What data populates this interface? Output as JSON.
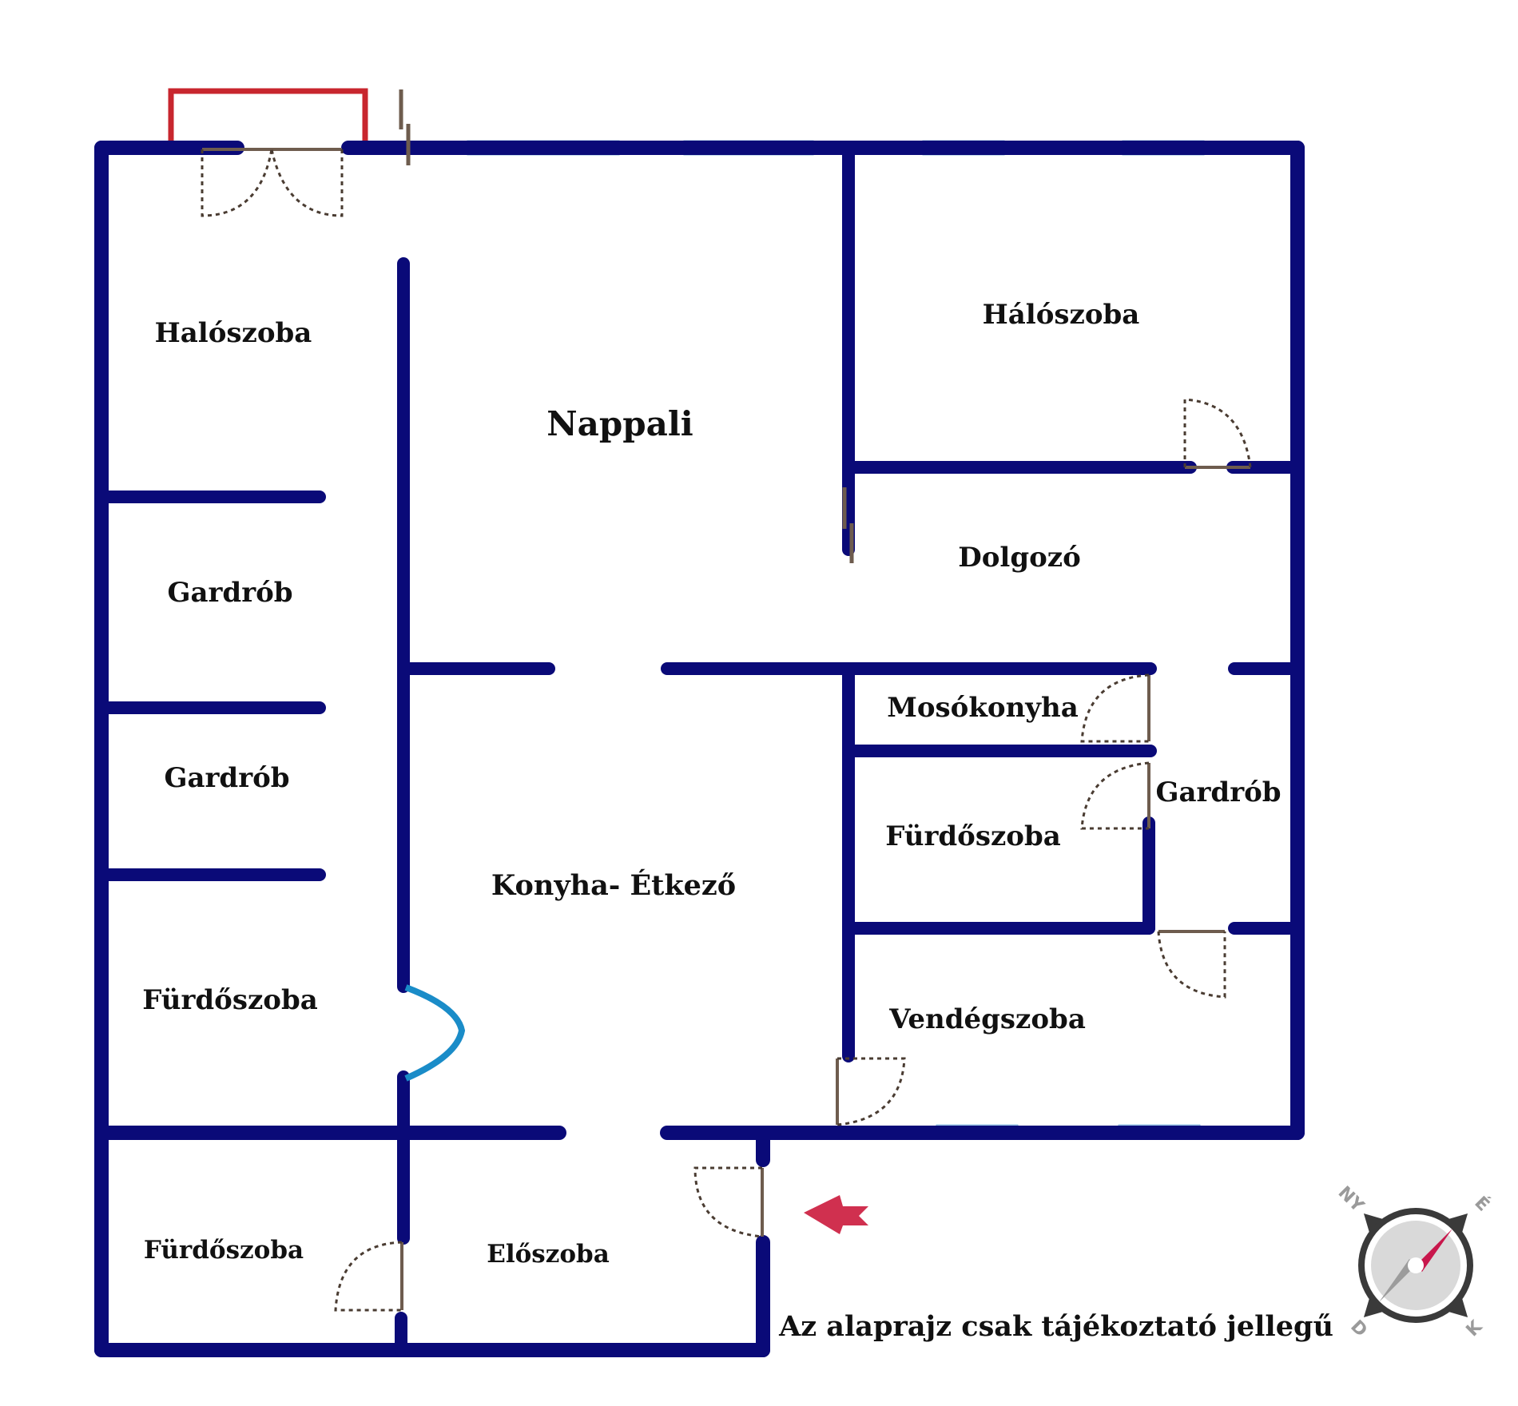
{
  "colors": {
    "wall": "#0a0a78",
    "window": "#a9d2ee",
    "balcony": "#c8262e",
    "arc_passage": "#1a8cc8",
    "entry_arrow": "#d0304f",
    "door_leaf": "#6e5c4e",
    "label": "#111111"
  },
  "rooms": [
    {
      "id": "halo-1",
      "name": "Halószoba"
    },
    {
      "id": "nappali",
      "name": "Nappali"
    },
    {
      "id": "halo-2",
      "name": "Hálószoba"
    },
    {
      "id": "dolgozo",
      "name": "Dolgozó"
    },
    {
      "id": "gardrob-1",
      "name": "Gardrób"
    },
    {
      "id": "gardrob-2",
      "name": "Gardrób"
    },
    {
      "id": "mosokonyha",
      "name": "Mosókonyha"
    },
    {
      "id": "gardrob-3",
      "name": "Gardrób"
    },
    {
      "id": "furdo-1",
      "name": "Fürdőszoba"
    },
    {
      "id": "konyha",
      "name": "Konyha- Étkező"
    },
    {
      "id": "furdo-2",
      "name": "Fürdőszoba"
    },
    {
      "id": "vendeg",
      "name": "Vendégszoba"
    },
    {
      "id": "furdo-3",
      "name": "Fürdőszoba"
    },
    {
      "id": "eloszoba",
      "name": "Előszoba"
    }
  ],
  "disclaimer": "Az alaprajz csak tájékoztató jellegű",
  "compass": {
    "labels": [
      "NY",
      "É",
      "D",
      "K"
    ],
    "icon": "compass-icon"
  },
  "entry_icon": "entry-arrow-icon"
}
